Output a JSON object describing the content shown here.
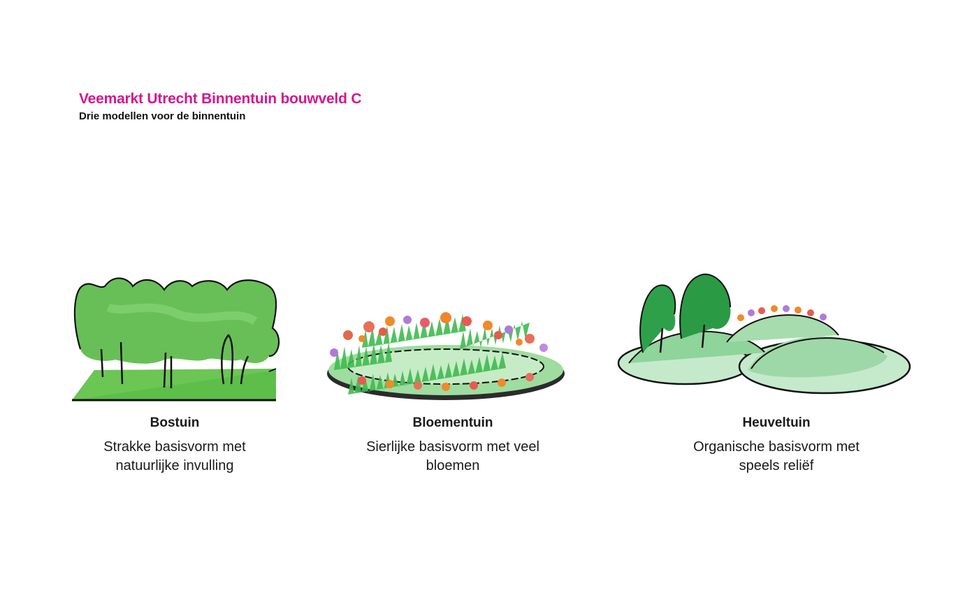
{
  "header": {
    "title": "Veemarkt Utrecht Binnentuin bouwveld C",
    "subtitle": "Drie modellen voor de binnentuin"
  },
  "models": [
    {
      "name": "Bostuin",
      "desc_line1": "Strakke basisvorm met",
      "desc_line2": "natuurlijke invulling",
      "icon": "forest-garden-sketch"
    },
    {
      "name": "Bloementuin",
      "desc_line1": "Sierlijke basisvorm met veel",
      "desc_line2": "bloemen",
      "icon": "flower-garden-sketch"
    },
    {
      "name": "Heuveltuin",
      "desc_line1": "Organische basisvorm met",
      "desc_line2": "speels reliëf",
      "icon": "hill-garden-sketch"
    }
  ],
  "colors": {
    "title": "#d4168f",
    "green": "#5cbf4a",
    "dark_green": "#1f8f3a",
    "light_green": "#bfe6c4"
  }
}
